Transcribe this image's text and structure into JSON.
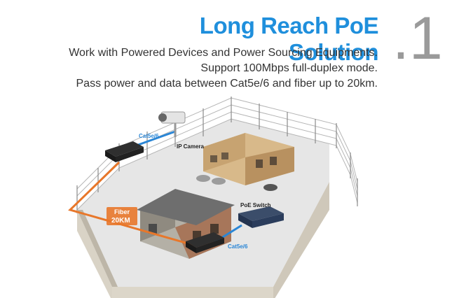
{
  "header": {
    "title": "Long Reach PoE Solution",
    "number": ".1",
    "lines": [
      "Work with Powered Devices and Power Sourcing Equipments.",
      "Support 100Mbps full-duplex mode.",
      "Pass power and data between Cat5e/6 and fiber up to 20km."
    ]
  },
  "diagram": {
    "labels": {
      "cable_top": "Cat5e/6",
      "ip_camera": "IP Camera",
      "poe_switch": "PoE Switch",
      "fiber": "Fiber",
      "fiber_distance": "20KM",
      "cable_bottom": "Cat5e/6"
    },
    "colors": {
      "title": "#1f8fdc",
      "fiber": "#e8772a",
      "cable": "#2a86d6"
    }
  }
}
